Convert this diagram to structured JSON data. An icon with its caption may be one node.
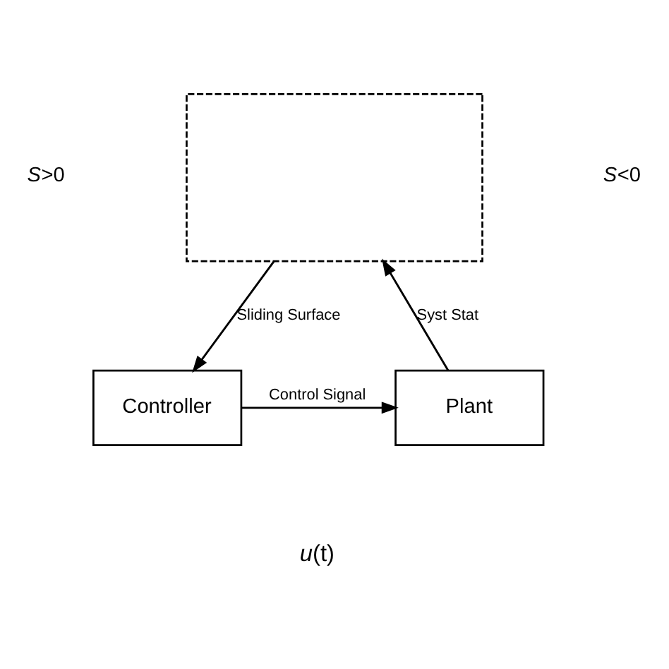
{
  "diagram": {
    "nodes": [
      {
        "text": [],
        "shape": "box"
      },
      {
        "text": [
          "Controller"
        ]
      },
      {
        "text": [
          "Plant"
        ]
      }
    ],
    "edges": [
      {
        "from": 0,
        "to": 1,
        "arrow": "to",
        "label": "Sliding Surface"
      },
      {
        "from": 1,
        "to": 2,
        "arrow": "to",
        "label": "Control Signal"
      },
      {
        "from": 2,
        "to": 0,
        "arrow": "to",
        "label": "Syst Stat"
      }
    ],
    "labels": [
      "*S*>0",
      "*S*<0",
      "*u*(t)"
    ]
  }
}
